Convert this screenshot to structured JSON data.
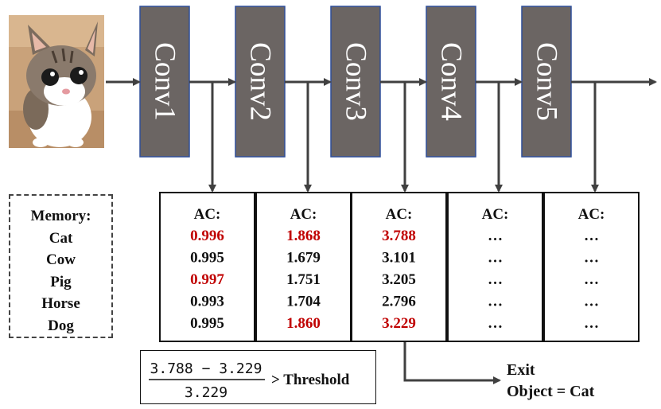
{
  "conv_layers": [
    "Conv1",
    "Conv2",
    "Conv3",
    "Conv4",
    "Conv5"
  ],
  "memory": {
    "title": "Memory:",
    "items": [
      "Cat",
      "Cow",
      "Pig",
      "Horse",
      "Dog"
    ]
  },
  "ac_panels": [
    {
      "label": "AC:",
      "values": [
        {
          "text": "0.996",
          "highlight": true
        },
        {
          "text": "0.995",
          "highlight": false
        },
        {
          "text": "0.997",
          "highlight": true
        },
        {
          "text": "0.993",
          "highlight": false
        },
        {
          "text": "0.995",
          "highlight": false
        }
      ]
    },
    {
      "label": "AC:",
      "values": [
        {
          "text": "1.868",
          "highlight": true
        },
        {
          "text": "1.679",
          "highlight": false
        },
        {
          "text": "1.751",
          "highlight": false
        },
        {
          "text": "1.704",
          "highlight": false
        },
        {
          "text": "1.860",
          "highlight": true
        }
      ]
    },
    {
      "label": "AC:",
      "values": [
        {
          "text": "3.788",
          "highlight": true
        },
        {
          "text": "3.101",
          "highlight": false
        },
        {
          "text": "3.205",
          "highlight": false
        },
        {
          "text": "2.796",
          "highlight": false
        },
        {
          "text": "3.229",
          "highlight": true
        }
      ]
    },
    {
      "label": "AC:",
      "values": [
        {
          "text": "…",
          "highlight": false
        },
        {
          "text": "…",
          "highlight": false
        },
        {
          "text": "…",
          "highlight": false
        },
        {
          "text": "…",
          "highlight": false
        },
        {
          "text": "…",
          "highlight": false
        }
      ]
    },
    {
      "label": "AC:",
      "values": [
        {
          "text": "…",
          "highlight": false
        },
        {
          "text": "…",
          "highlight": false
        },
        {
          "text": "…",
          "highlight": false
        },
        {
          "text": "…",
          "highlight": false
        },
        {
          "text": "…",
          "highlight": false
        }
      ]
    }
  ],
  "formula": {
    "numerator": "3.788 − 3.229",
    "denominator": "3.229",
    "comparison": "> Threshold"
  },
  "exit": {
    "line1": "Exit",
    "line2": "Object = Cat"
  },
  "colors": {
    "conv_fill": "#6b6563",
    "conv_border": "#2f4f9a",
    "highlight": "#c00000",
    "normal_text": "#111111",
    "arrow": "#404040"
  }
}
